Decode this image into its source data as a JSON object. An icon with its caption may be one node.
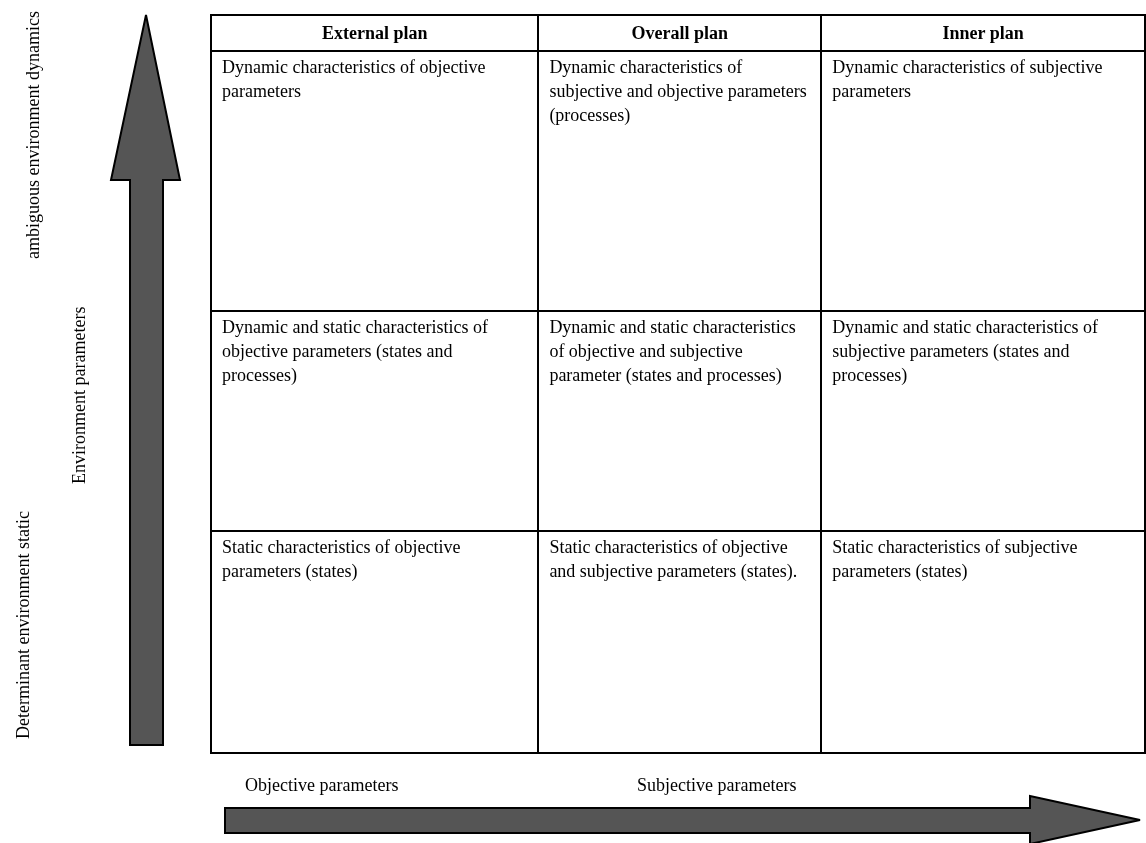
{
  "diagram": {
    "labels": [
      "ambiguous environment dynamics",
      "Environment parameters",
      "Determinant environment static",
      "External plan",
      "Overall plan",
      "Inner plan",
      "Dynamic characteristics of objective parameters",
      "Dynamic characteristics of subjective and objective parameters (processes)",
      "Dynamic characteristics of subjective parameters",
      "Dynamic and static characteristics of objective parameters (states and processes)",
      "Dynamic and static characteristics of objective and subjective parameter (states and processes)",
      "Dynamic and static characteristics of subjective parameters (states and processes)",
      "Static characteristics of objective parameters (states)",
      "Static characteristics of objective and subjective parameters (states).",
      "Static characteristics of subjective parameters (states)",
      "Objective parameters",
      "Subjective parameters"
    ]
  }
}
